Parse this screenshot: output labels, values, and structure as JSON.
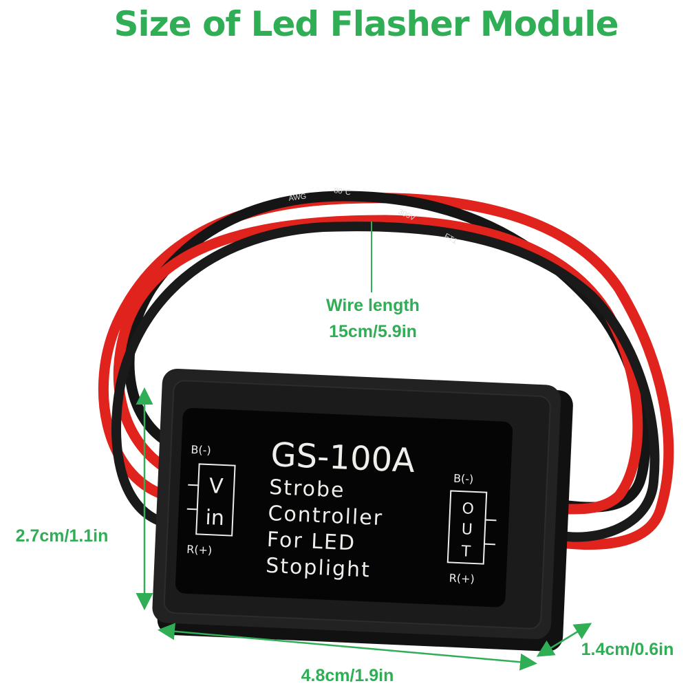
{
  "title": "Size of Led Flasher Module",
  "colors": {
    "accent": "#2fae55",
    "wire_red": "#e0231c",
    "wire_black": "#151515",
    "module": "#1c1c1c"
  },
  "wire_print": {
    "part1": "AWG",
    "part2": "80°C",
    "part3": "300V",
    "part4": "FT1"
  },
  "annotations": {
    "wire_length_label": "Wire length",
    "wire_length_value": "15cm/5.9in",
    "height": "2.7cm/1.1in",
    "width": "4.8cm/1.9in",
    "depth": "1.4cm/0.6in"
  },
  "module_label": {
    "model": "GS-100A",
    "line1": "Strobe",
    "line2": "Controller",
    "line3": "For LED",
    "line4": "Stoplight",
    "vin_top": "B(-)",
    "vin_v": "V",
    "vin_in": "in",
    "vin_bottom": "R(+)",
    "out_top": "B(-)",
    "out_o": "O",
    "out_u": "U",
    "out_t": "T",
    "out_bottom": "R(+)"
  }
}
